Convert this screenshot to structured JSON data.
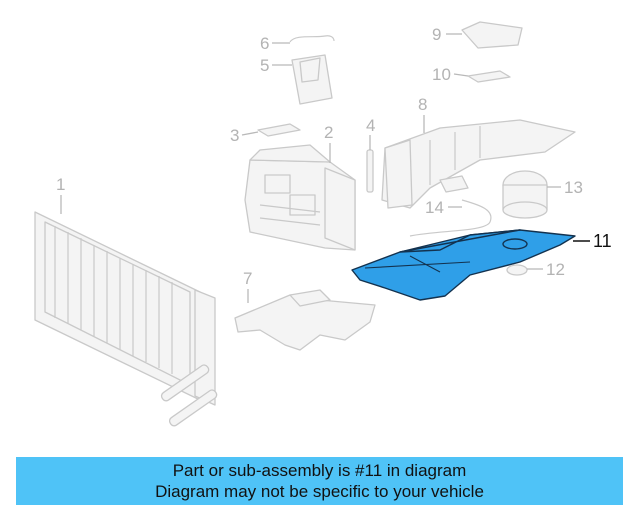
{
  "callouts": {
    "c1": "1",
    "c2": "2",
    "c3": "3",
    "c4": "4",
    "c5": "5",
    "c6": "6",
    "c7": "7",
    "c8": "8",
    "c9": "9",
    "c10": "10",
    "c11": "11",
    "c12": "12",
    "c13": "13",
    "c14": "14"
  },
  "highlight": {
    "part_number": "11",
    "color": "#2f9fe8"
  },
  "banner": {
    "line1": "Part or sub-assembly is #11 in diagram",
    "line2": "Diagram may not be specific to your vehicle",
    "background": "#4fc3f7"
  }
}
